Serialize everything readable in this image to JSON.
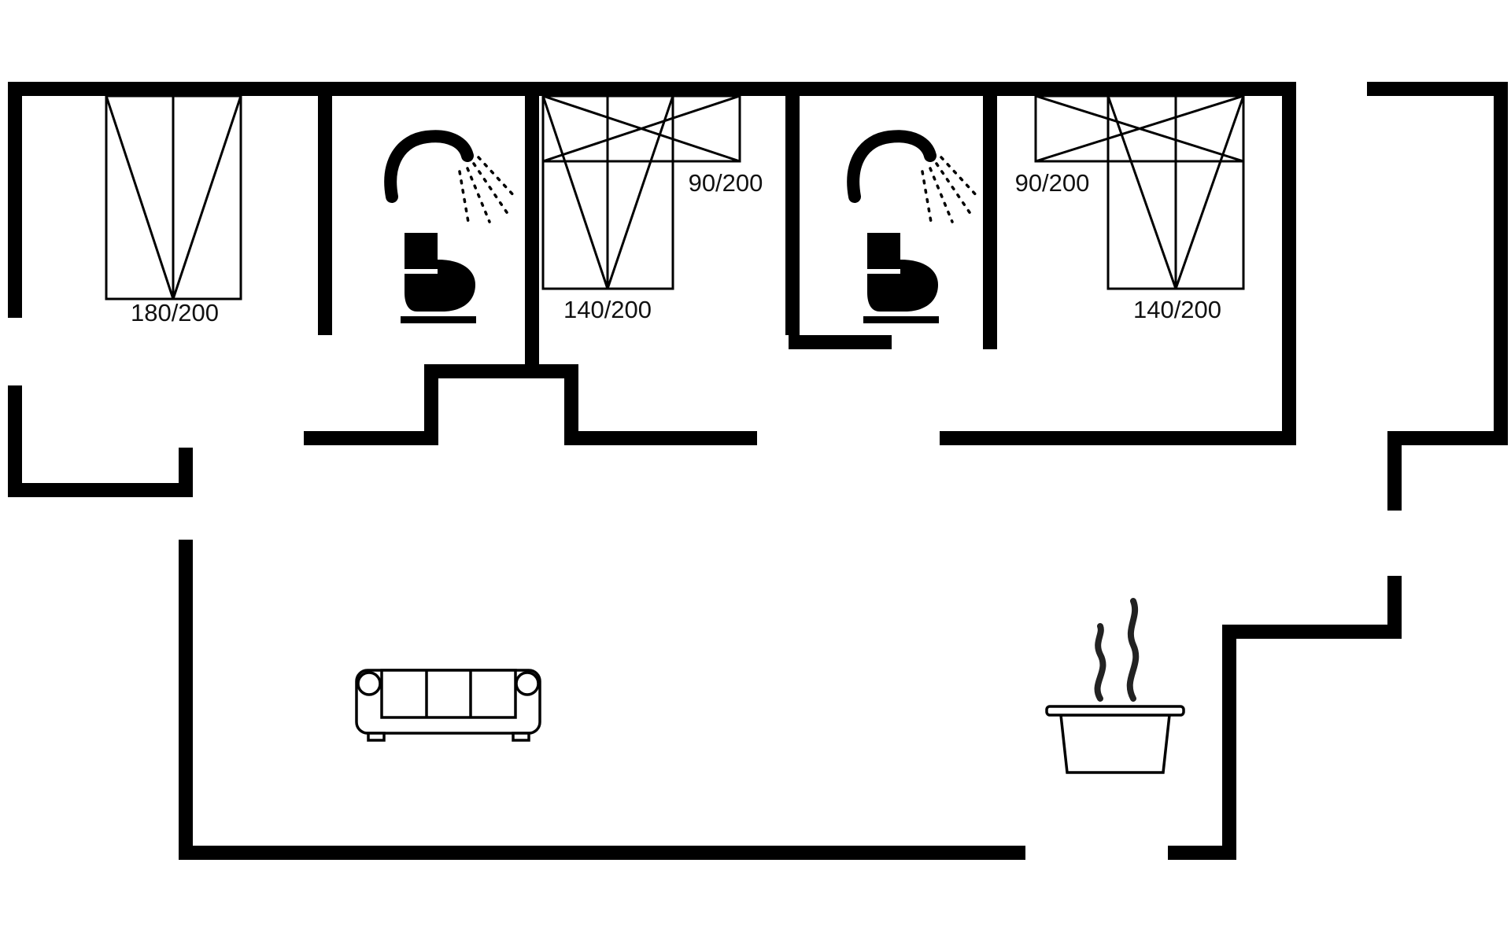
{
  "floor_plan": {
    "background": "#ffffff",
    "wall_color": "#000000",
    "line_color": "#000000",
    "rooms": {
      "bedroom_left": {
        "bed_label": "180/200"
      },
      "bedroom_middle": {
        "bed_label": "140/200",
        "bunk_label": "90/200"
      },
      "bedroom_right": {
        "bed_label": "140/200",
        "bunk_label": "90/200"
      },
      "bathroom_left": {
        "icons": [
          "shower-icon",
          "toilet-icon"
        ]
      },
      "bathroom_right": {
        "icons": [
          "shower-icon",
          "toilet-icon"
        ]
      },
      "living_room": {
        "icons": [
          "sofa-icon"
        ]
      },
      "kitchen": {
        "icons": [
          "cooking-pot-icon",
          "steam-icon"
        ]
      }
    }
  }
}
